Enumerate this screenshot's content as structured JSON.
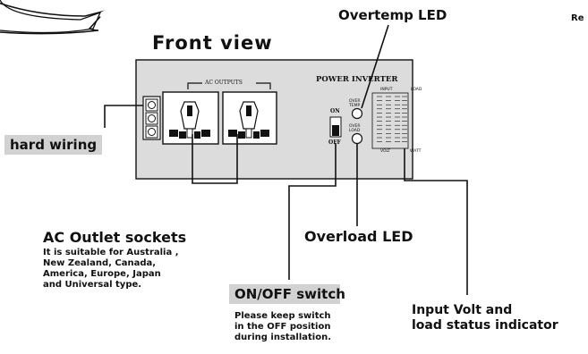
{
  "corner_text": "Re",
  "title": "Front view",
  "panel": {
    "brand": "POWER   INVERTER",
    "ac_outputs": "AC OUTPUTS",
    "switch_on": "ON",
    "switch_off": "OFF",
    "led_overtemp_line1": "OVER",
    "led_overtemp_line2": "TEMP",
    "led_overload_line1": "OVER",
    "led_overload_line2": "LOAD",
    "meter_input": "INPUT",
    "meter_load": "LOAD",
    "meter_volt": "VOLT",
    "meter_watt": "WATT"
  },
  "callouts": {
    "overtemp_led": "Overtemp LED",
    "hard_wiring": "hard wiring",
    "ac_outlet_title": "AC Outlet sockets",
    "ac_outlet_desc": [
      "It is suitable for Australia ,",
      "New Zealand, Canada,",
      "America, Europe, Japan",
      "and Universal type."
    ],
    "overload_led": "Overload LED",
    "onoff_switch": "ON/OFF switch",
    "onoff_desc": [
      "Please keep switch",
      "in the OFF position",
      "during installation."
    ],
    "input_volt": [
      "Input Volt and",
      "load status indicator"
    ]
  },
  "colors": {
    "panel_fill": "#dcdcdc",
    "label_fill": "#d2d2d2",
    "ink": "#111111"
  }
}
